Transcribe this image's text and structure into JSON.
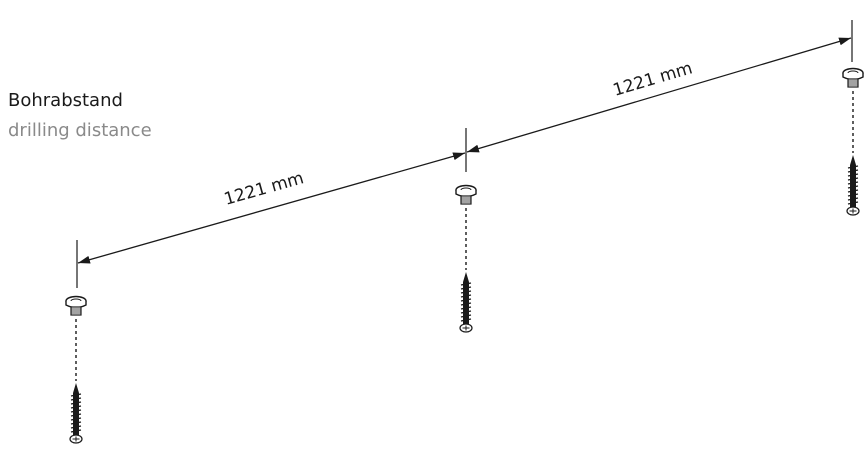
{
  "legend": {
    "title_de": "Bohrabstand",
    "title_en": "drilling distance"
  },
  "dimensions": {
    "left_span": "1221 mm",
    "right_span": "1221 mm"
  },
  "colors": {
    "line": "#1a1a1a",
    "secondary_text": "#8a8a8a"
  }
}
